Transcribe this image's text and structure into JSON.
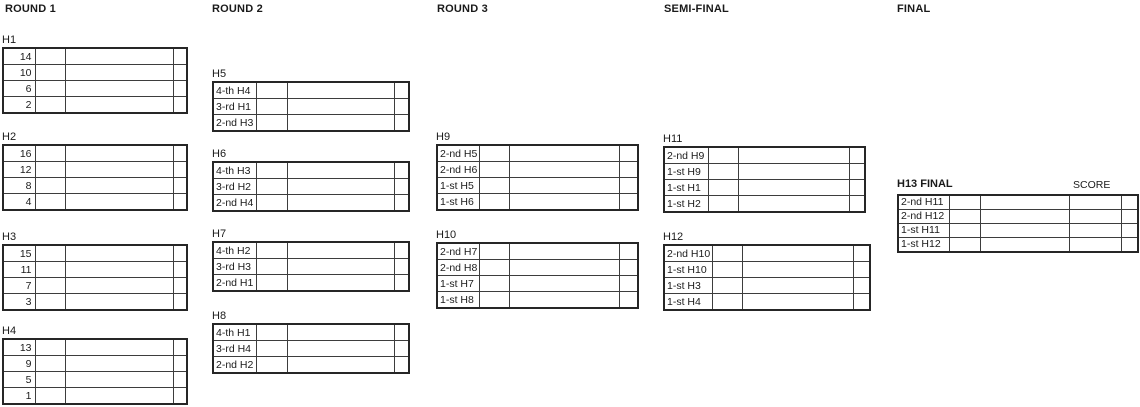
{
  "headers": {
    "round1": "ROUND 1",
    "round2": "ROUND 2",
    "round3": "ROUND 3",
    "semifinal": "SEMI-FINAL",
    "final": "FINAL"
  },
  "heats": {
    "h1": {
      "label": "H1",
      "rows": [
        "14",
        "10",
        "6",
        "2"
      ]
    },
    "h2": {
      "label": "H2",
      "rows": [
        "16",
        "12",
        "8",
        "4"
      ]
    },
    "h3": {
      "label": "H3",
      "rows": [
        "15",
        "11",
        "7",
        "3"
      ]
    },
    "h4": {
      "label": "H4",
      "rows": [
        "13",
        "9",
        "5",
        "1"
      ]
    },
    "h5": {
      "label": "H5",
      "rows": [
        "4-th H4",
        "3-rd H1",
        "2-nd H3"
      ]
    },
    "h6": {
      "label": "H6",
      "rows": [
        "4-th H3",
        "3-rd H2",
        "2-nd H4"
      ]
    },
    "h7": {
      "label": "H7",
      "rows": [
        "4-th H2",
        "3-rd H3",
        "2-nd H1"
      ]
    },
    "h8": {
      "label": "H8",
      "rows": [
        "4-th H1",
        "3-rd H4",
        "2-nd H2"
      ]
    },
    "h9": {
      "label": "H9",
      "rows": [
        "2-nd H5",
        "2-nd H6",
        "1-st H5",
        "1-st H6"
      ]
    },
    "h10": {
      "label": "H10",
      "rows": [
        "2-nd H7",
        "2-nd H8",
        "1-st H7",
        "1-st H8"
      ]
    },
    "h11": {
      "label": "H11",
      "rows": [
        "2-nd H9",
        "1-st H9",
        "1-st H1",
        "1-st H2"
      ]
    },
    "h12": {
      "label": "H12",
      "rows": [
        "2-nd H10",
        "1-st H10",
        "1-st H3",
        "1-st H4"
      ]
    },
    "h13": {
      "label": "H13 FINAL",
      "score_header": "SCORE",
      "rows": [
        "2-nd H11",
        "2-nd H12",
        "1-st H11",
        "1-st H12"
      ]
    }
  },
  "colors": {
    "background": "#ffffff",
    "grid_border": "#3d3d3d",
    "outer_border": "#262626",
    "text": "#1a1a1a"
  }
}
